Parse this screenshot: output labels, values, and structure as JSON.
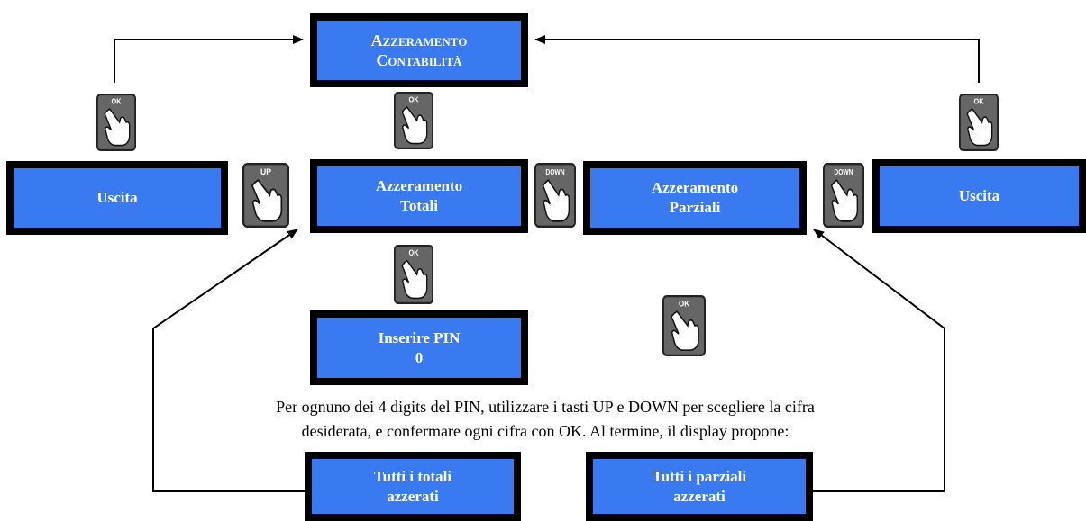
{
  "screens": {
    "reset_accounting": [
      "Azzeramento",
      "Contabilità"
    ],
    "exit_left": "Uscita",
    "reset_totals": [
      "Azzeramento",
      "Totali"
    ],
    "reset_partials": [
      "Azzeramento",
      "Parziali"
    ],
    "exit_right": "Uscita",
    "enter_pin": [
      "Inserire PIN",
      "0"
    ],
    "totals_reset": [
      "Tutti i totali",
      "azzerati"
    ],
    "partials_reset": [
      "Tutti i parziali",
      "azzerati"
    ]
  },
  "keys": {
    "ok": "OK",
    "up": "UP",
    "down": "DOWN"
  },
  "instruction": [
    "Per ognuno dei 4 digits del PIN, utilizzare i tasti UP e DOWN per scegliere la cifra",
    "desiderata, e confermare ogni cifra con OK. Al termine, il display propone:"
  ],
  "colors": {
    "screen_fill": "#3a7af0",
    "screen_border": "#000000",
    "key_fill": "#666666"
  }
}
